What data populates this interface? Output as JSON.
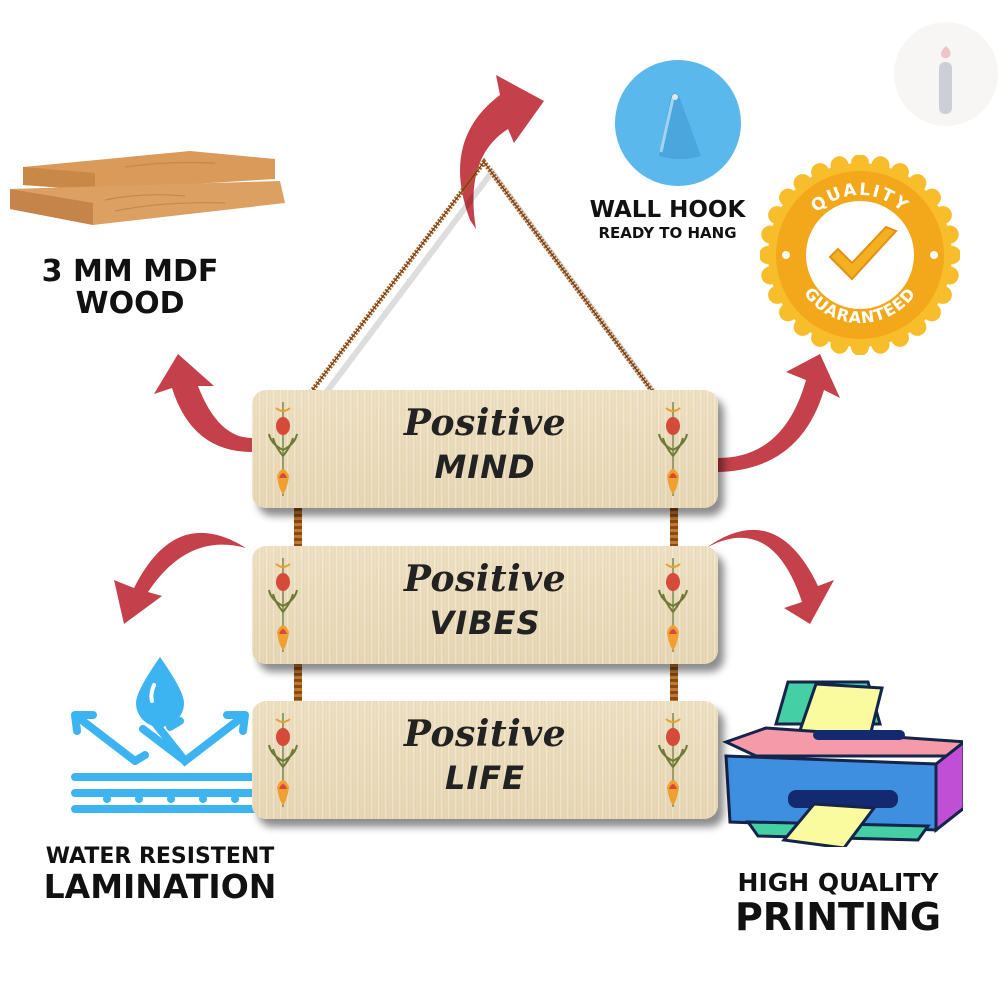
{
  "features": {
    "mdf": {
      "line1": "3 MM MDF",
      "line2": "WOOD",
      "icon": "wood-planks-icon"
    },
    "hook": {
      "line1": "WALL HOOK",
      "line2": "READY TO HANG",
      "icon": "wall-hook-icon"
    },
    "quality": {
      "top_text": "QUALITY",
      "bottom_text": "GUARANTEED",
      "icon": "quality-badge-icon"
    },
    "water": {
      "line1": "WATER RESISTENT",
      "line2": "LAMINATION",
      "icon": "water-drop-icon"
    },
    "printing": {
      "line1": "HIGH QUALITY",
      "line2": "PRINTING",
      "icon": "printer-icon"
    }
  },
  "product": {
    "planks": [
      {
        "line1": "Positive",
        "line2": "MIND"
      },
      {
        "line1": "Positive",
        "line2": "VIBES"
      },
      {
        "line1": "Positive",
        "line2": "LIFE"
      }
    ]
  },
  "watermark": {
    "icon": "info-logo-icon"
  },
  "colors": {
    "arrow": "#c4404a",
    "water_blue": "#3cb4f2",
    "hook_blue": "#5ab8ec",
    "badge_gold": "#f6b51e",
    "rope": "#a65f22"
  }
}
